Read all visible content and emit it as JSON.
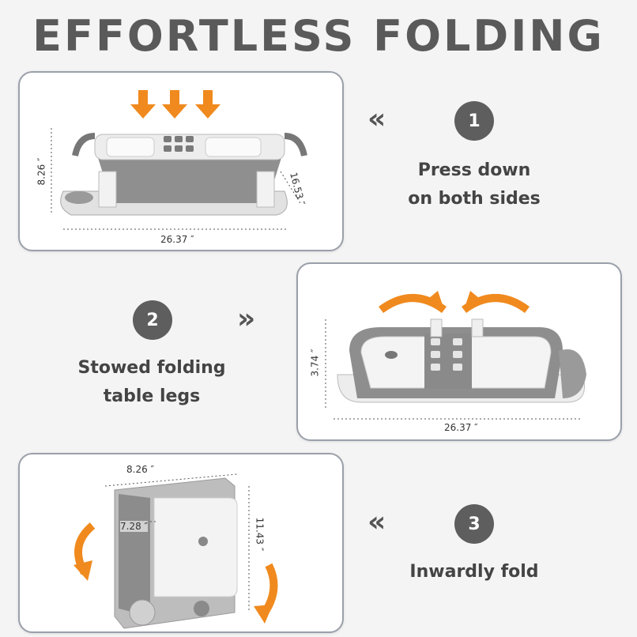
{
  "title": "EFFORTLESS FOLDING",
  "steps": [
    {
      "number": "1",
      "text_line1": "Press down",
      "text_line2": "on both sides",
      "chevron": "«"
    },
    {
      "number": "2",
      "text_line1": "Stowed folding",
      "text_line2": "table legs",
      "chevron": "»"
    },
    {
      "number": "3",
      "text_line1": "Inwardly fold",
      "chevron": "«"
    }
  ],
  "panel1": {
    "height_dim": "8.26 ″",
    "depth_dim": "16.53 ″",
    "width_dim": "26.37 ″"
  },
  "panel2": {
    "height_dim": "3.74 ″",
    "width_dim": "26.37 ″"
  },
  "panel3": {
    "top_dim": "8.26 ″",
    "inner_dim": "7.28 ″",
    "side_dim": "11.43 ″"
  },
  "colors": {
    "accent_orange": "#f08a1e",
    "tub_gray": "#8a8a8a",
    "badge_gray": "#5e5e5e",
    "border": "#9aa0aa"
  }
}
